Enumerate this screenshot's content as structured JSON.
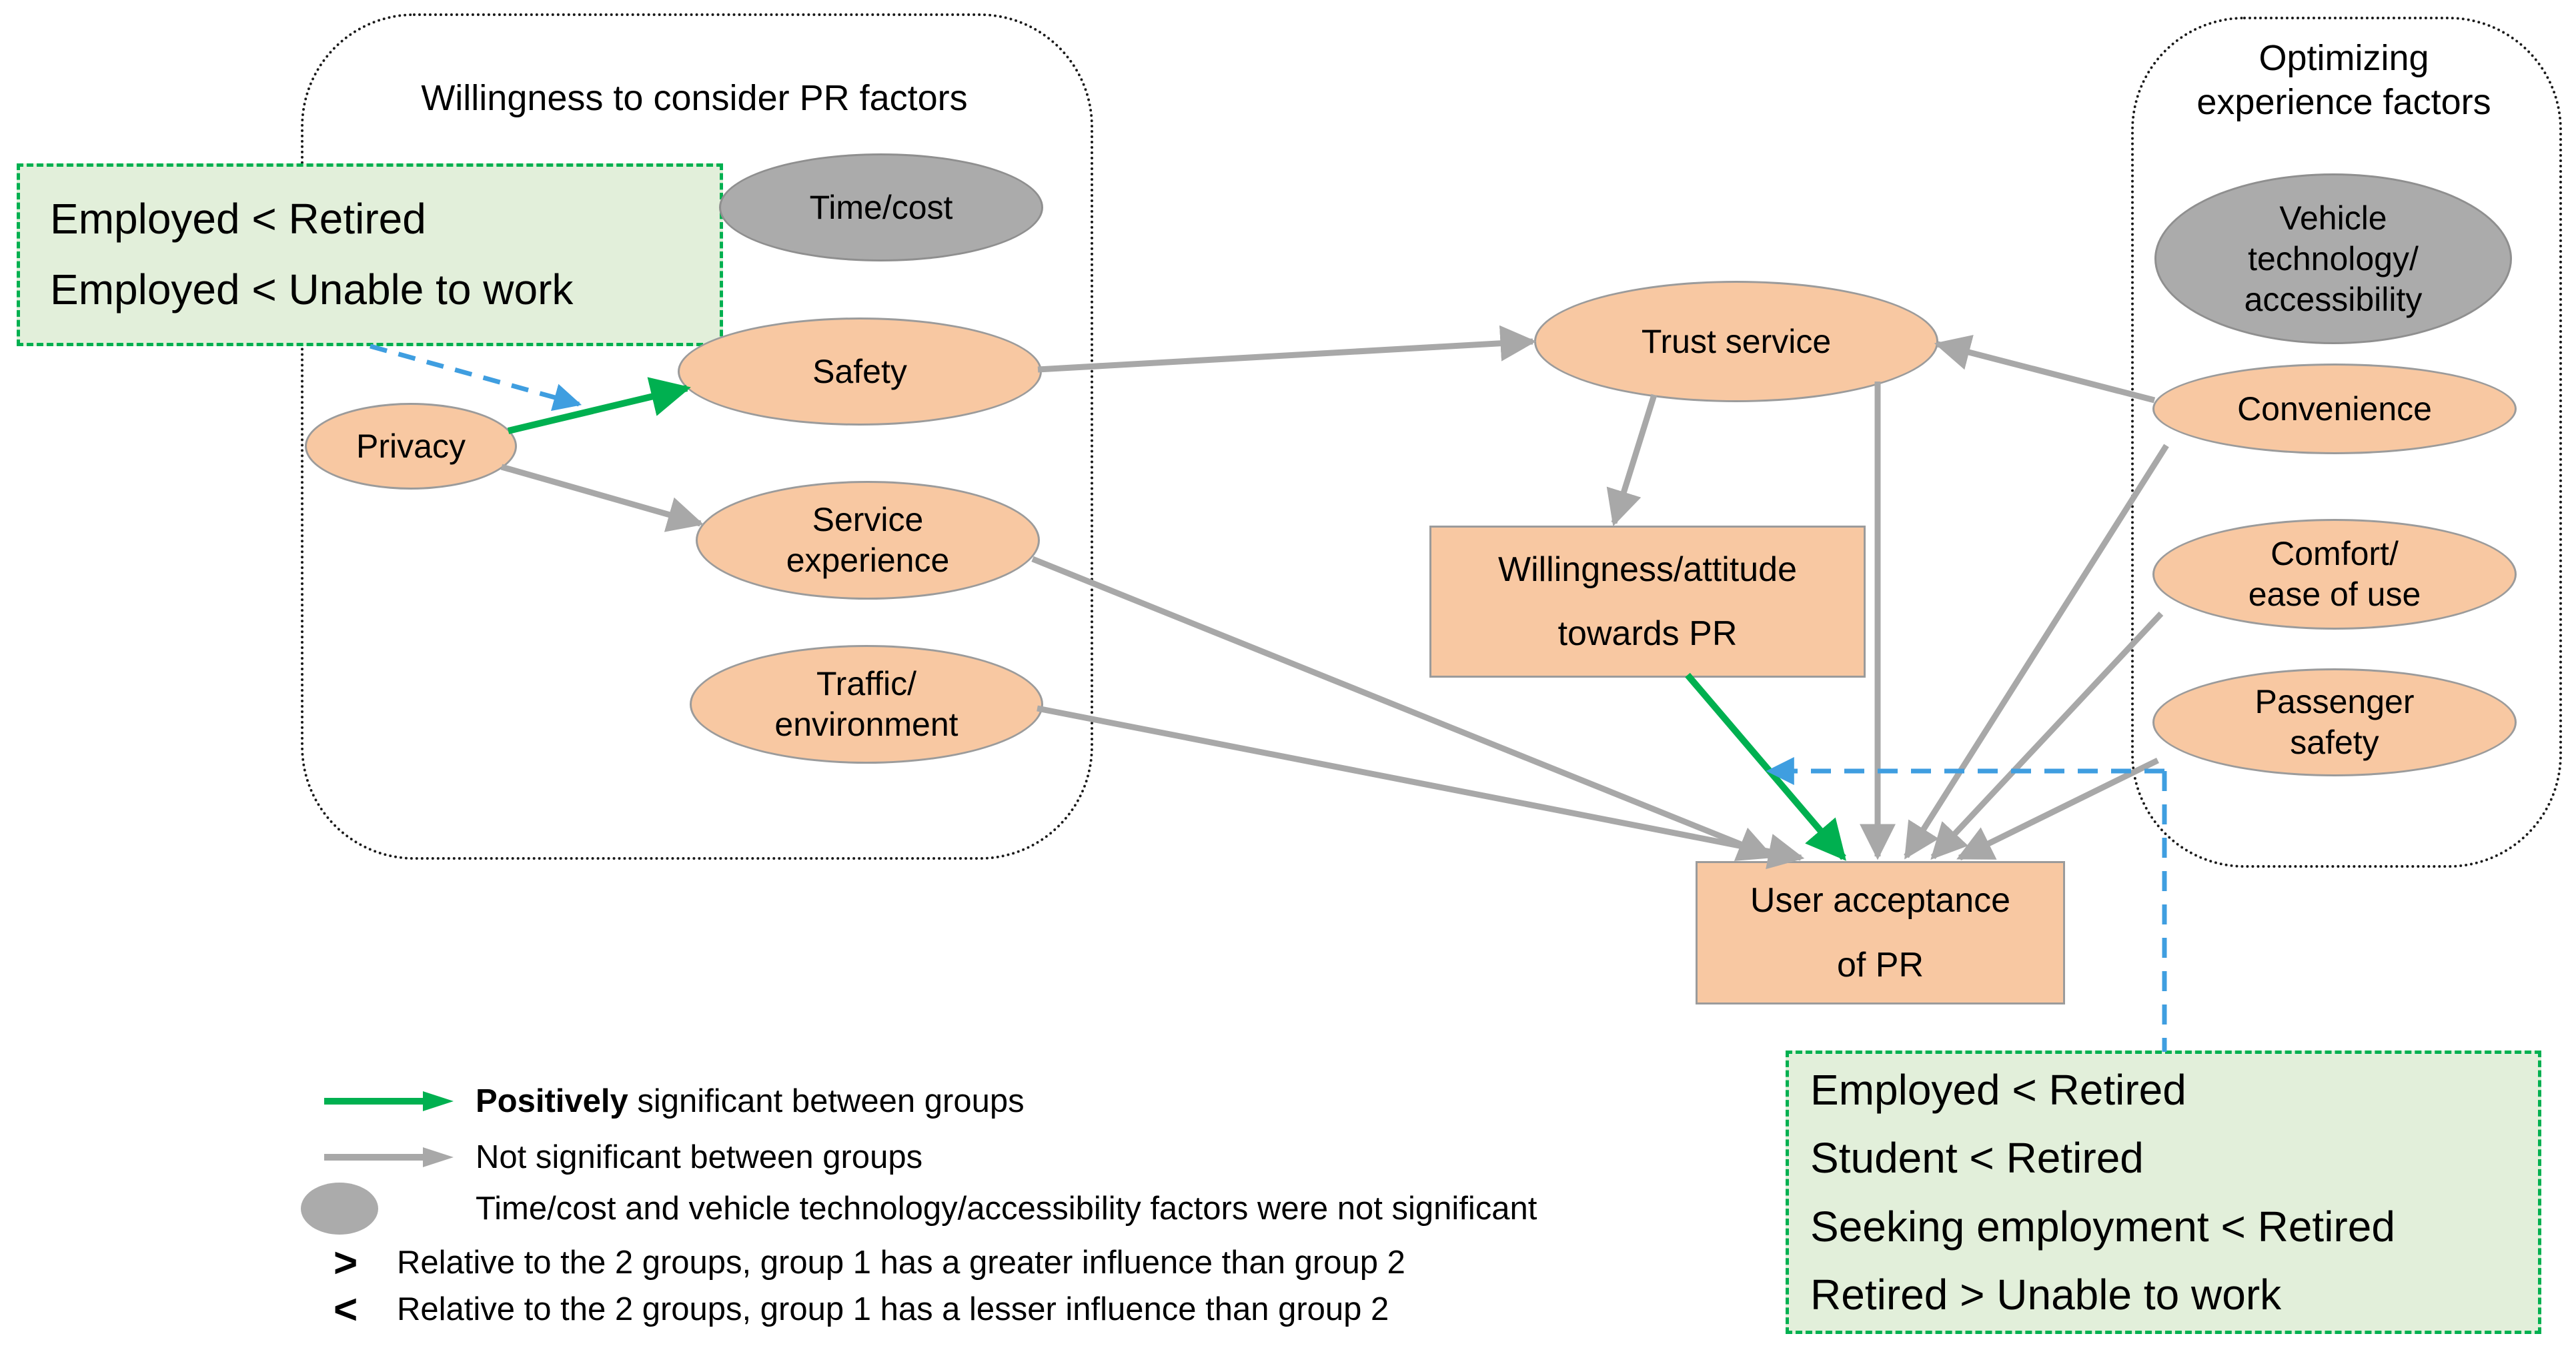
{
  "panels": {
    "left": {
      "title": "Willingness to consider PR factors"
    },
    "right": {
      "title": "Optimizing\nexperience factors"
    }
  },
  "nodes": {
    "time_cost": {
      "label": "Time/cost",
      "significance": "not significant"
    },
    "safety": {
      "label": "Safety"
    },
    "service_experience": {
      "label": "Service\nexperience"
    },
    "traffic_environment": {
      "label": "Traffic/\nenvironment"
    },
    "privacy": {
      "label": "Privacy"
    },
    "trust_service": {
      "label": "Trust service"
    },
    "willingness_attitude": {
      "label": "Willingness/attitude\ntowards PR"
    },
    "user_acceptance": {
      "label": "User acceptance\nof PR"
    },
    "vehicle_technology": {
      "label": "Vehicle\ntechnology/\naccessibility",
      "significance": "not significant"
    },
    "convenience": {
      "label": "Convenience"
    },
    "comfort": {
      "label": "Comfort/\nease of use"
    },
    "passenger_safety": {
      "label": "Passenger\nsafety"
    }
  },
  "annotations": {
    "top_left_note": {
      "lines": [
        "Employed < Retired",
        "Employed < Unable to work"
      ]
    },
    "bottom_right_note": {
      "lines": [
        "Employed < Retired",
        "Student < Retired",
        "Seeking employment < Retired",
        "Retired > Unable to work"
      ]
    }
  },
  "legend": {
    "items": [
      {
        "symbol": "green-arrow",
        "bold": "Positively",
        "text": " significant between groups"
      },
      {
        "symbol": "gray-arrow",
        "text": "Not significant between groups"
      },
      {
        "symbol": "gray-ellipse",
        "text": "Time/cost and vehicle technology/accessibility factors were not significant"
      },
      {
        "symbol": ">",
        "text": "Relative to the 2 groups, group 1 has a greater influence than group 2"
      },
      {
        "symbol": "<",
        "text": "Relative to the 2 groups, group 1 has a lesser influence than group 2"
      }
    ]
  },
  "colors": {
    "node_fill": "#F8C8A2",
    "node_border": "#9b9b9b",
    "gray_node_fill": "#ABABAB",
    "positive_green": "#00B050",
    "not_significant_gray": "#A8A8A8",
    "annotation_blue": "#3F9EE0",
    "note_fill": "#E2EFDA",
    "note_border": "#00B050"
  }
}
